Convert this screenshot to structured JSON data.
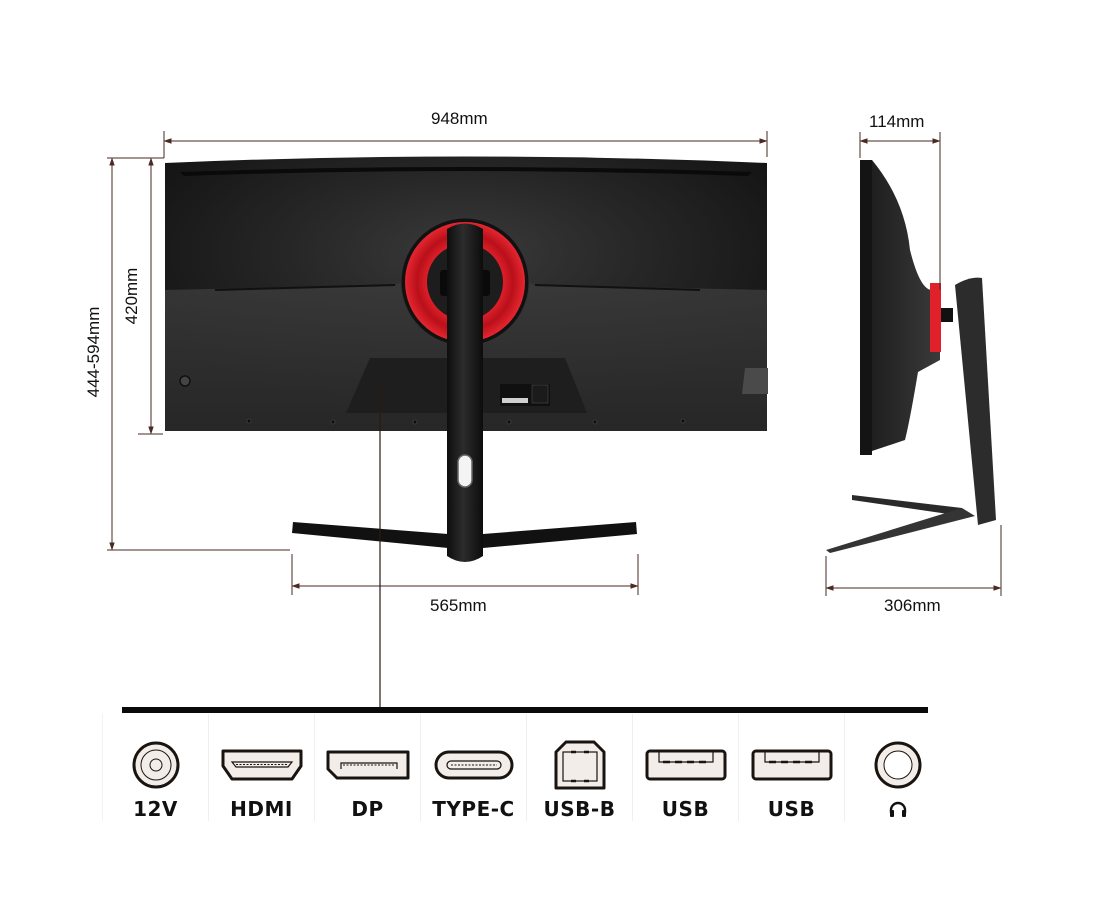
{
  "dimensions": {
    "width_total": "948mm",
    "depth_panel": "114mm",
    "height_adjustable": "444-594mm",
    "height_panel": "420mm",
    "base_width": "565mm",
    "base_depth": "306mm"
  },
  "views": {
    "rear": "rear-view",
    "side": "side-view"
  },
  "colors": {
    "dimension_line": "#4a2a22",
    "monitor_body": "#222222",
    "accent_red": "#d8141e",
    "connector_fill": "#f2ede8",
    "connector_stroke": "#1a1410"
  },
  "connectors": [
    {
      "label": "12V",
      "icon": "dc-power-jack-icon"
    },
    {
      "label": "HDMI",
      "icon": "hdmi-port-icon"
    },
    {
      "label": "DP",
      "icon": "displayport-icon"
    },
    {
      "label": "TYPE-C",
      "icon": "usb-c-port-icon"
    },
    {
      "label": "USB-B",
      "icon": "usb-b-port-icon"
    },
    {
      "label": "USB",
      "icon": "usb-a-port-icon"
    },
    {
      "label": "USB",
      "icon": "usb-a-port-icon"
    },
    {
      "label": "",
      "icon": "headphone-jack-icon",
      "label_icon": "headphones-icon"
    }
  ]
}
